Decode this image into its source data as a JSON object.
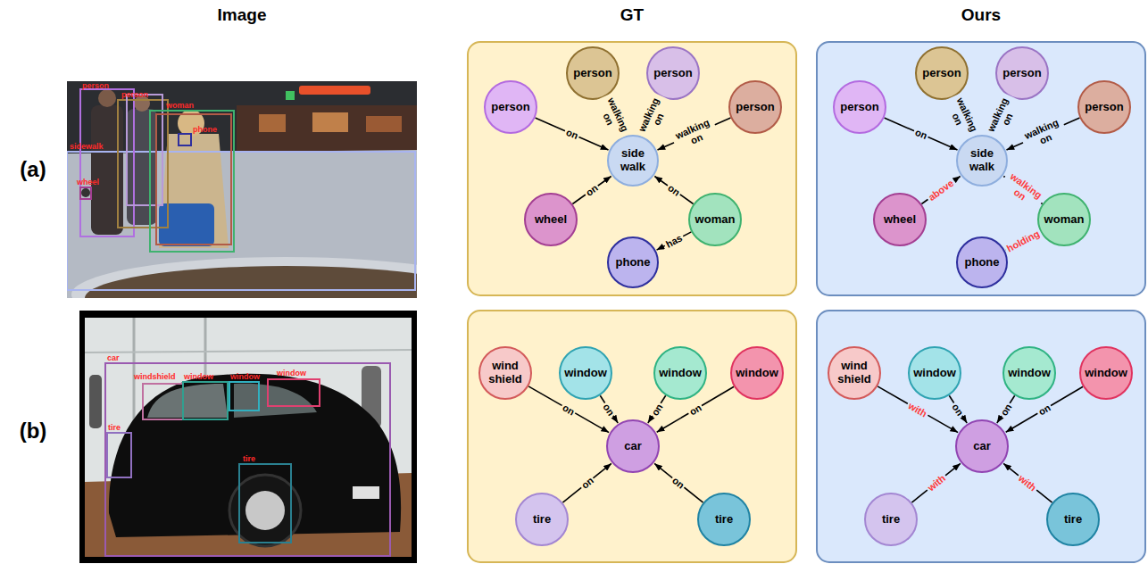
{
  "diagram": {
    "nodes": [
      {
        "text": [
          "person"
        ]
      },
      {
        "text": [
          "person"
        ]
      },
      {
        "text": [
          "person"
        ]
      },
      {
        "text": [
          "person"
        ]
      },
      {
        "text": [
          "side walk"
        ]
      },
      {
        "text": [
          "wheel"
        ]
      },
      {
        "text": [
          "woman"
        ]
      },
      {
        "text": [
          "phone"
        ]
      },
      {
        "text": [
          "person"
        ]
      },
      {
        "text": [
          "person"
        ]
      },
      {
        "text": [
          "person"
        ]
      },
      {
        "text": [
          "person"
        ]
      },
      {
        "text": [
          "side walk"
        ]
      },
      {
        "text": [
          "wheel"
        ]
      },
      {
        "text": [
          "woman"
        ]
      },
      {
        "text": [
          "phone"
        ]
      },
      {
        "text": [
          "wind shield"
        ]
      },
      {
        "text": [
          "window"
        ]
      },
      {
        "text": [
          "window"
        ]
      },
      {
        "text": [
          "window"
        ]
      },
      {
        "text": [
          "car"
        ]
      },
      {
        "text": [
          "tire"
        ]
      },
      {
        "text": [
          "tire"
        ]
      },
      {
        "text": [
          "wind shield"
        ]
      },
      {
        "text": [
          "window"
        ]
      },
      {
        "text": [
          "window"
        ]
      },
      {
        "text": [
          "window"
        ]
      },
      {
        "text": [
          "car"
        ]
      },
      {
        "text": [
          "tire"
        ]
      },
      {
        "text": [
          "tire"
        ]
      }
    ],
    "edges": [
      {
        "from": 0,
        "to": 4,
        "arrow": "to",
        "label": "on"
      },
      {
        "from": 1,
        "to": 4,
        "arrow": "to",
        "label": "walking on"
      },
      {
        "from": 2,
        "to": 4,
        "arrow": "to",
        "label": "walking on"
      },
      {
        "from": 3,
        "to": 4,
        "arrow": "to",
        "label": "walking on"
      },
      {
        "from": 5,
        "to": 4,
        "arrow": "to",
        "label": "on"
      },
      {
        "from": 6,
        "to": 4,
        "arrow": "to",
        "label": "on"
      },
      {
        "from": 6,
        "to": 7,
        "arrow": "to",
        "label": "has"
      },
      {
        "from": 8,
        "to": 12,
        "arrow": "to",
        "label": "on"
      },
      {
        "from": 9,
        "to": 12,
        "arrow": "to",
        "label": "walking on"
      },
      {
        "from": 10,
        "to": 12,
        "arrow": "to",
        "label": "walking on"
      },
      {
        "from": 11,
        "to": 12,
        "arrow": "to",
        "label": "walking on"
      },
      {
        "from": 13,
        "to": 12,
        "arrow": "to",
        "label": "above"
      },
      {
        "from": 14,
        "to": 12,
        "arrow": "to",
        "label": "walking on"
      },
      {
        "from": 14,
        "to": 15,
        "arrow": "to",
        "label": "holding"
      },
      {
        "from": 16,
        "to": 20,
        "arrow": "to",
        "label": "on"
      },
      {
        "from": 17,
        "to": 20,
        "arrow": "to",
        "label": "on"
      },
      {
        "from": 18,
        "to": 20,
        "arrow": "to",
        "label": "on"
      },
      {
        "from": 19,
        "to": 20,
        "arrow": "to",
        "label": "on"
      },
      {
        "from": 21,
        "to": 20,
        "arrow": "to",
        "label": "on"
      },
      {
        "from": 22,
        "to": 20,
        "arrow": "to",
        "label": "on"
      },
      {
        "from": 23,
        "to": 27,
        "arrow": "to",
        "label": "with"
      },
      {
        "from": 24,
        "to": 27,
        "arrow": "to",
        "label": "on"
      },
      {
        "from": 25,
        "to": 27,
        "arrow": "to",
        "label": "on"
      },
      {
        "from": 26,
        "to": 27,
        "arrow": "to",
        "label": "on"
      },
      {
        "from": 28,
        "to": 27,
        "arrow": "to",
        "label": "with"
      },
      {
        "from": 29,
        "to": 27,
        "arrow": "to",
        "label": "with"
      }
    ],
    "labels": [
      "Image",
      "GT",
      "Ours",
      "(a)",
      "(b)",
      "person",
      "person",
      "woman",
      "phone",
      "sidewalk",
      "wheel",
      "car",
      "windshield",
      "window",
      "window",
      "window",
      "tire",
      "tire"
    ]
  }
}
